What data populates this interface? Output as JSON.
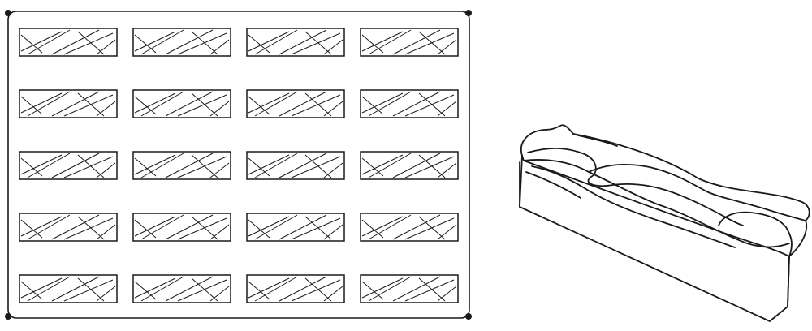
{
  "figure": {
    "mold_tray": {
      "rows": 5,
      "columns": 4,
      "cavity_count": 20,
      "cavity_pattern": "twisted-braid",
      "corner_pins": 4
    },
    "product_view": {
      "kind": "isometric-3d",
      "shape": "twisted-braid-log"
    },
    "colors": {
      "line": "#1a1a1a",
      "background": "#ffffff"
    }
  }
}
